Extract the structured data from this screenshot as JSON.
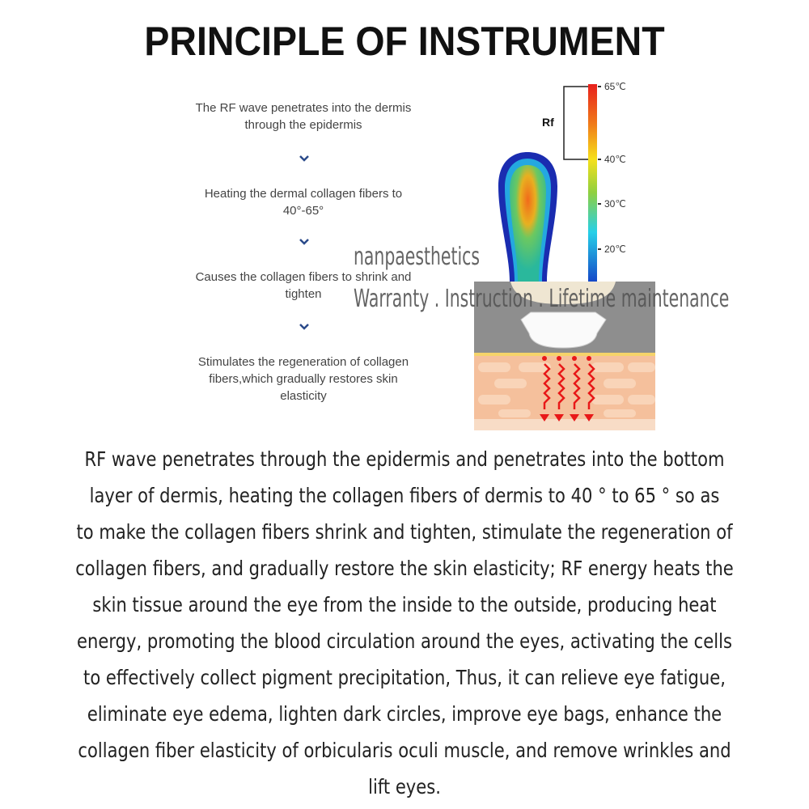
{
  "title": "PRINCIPLE OF INSTRUMENT",
  "steps": [
    {
      "line1": "The RF wave penetrates into the dermis",
      "line2": "through the epidermis"
    },
    {
      "line1": "Heating the dermal collagen fibers to",
      "line2": "40°-65°"
    },
    {
      "line1": "Causes the collagen fibers to shrink and",
      "line2": "tighten"
    },
    {
      "line1": "Stimulates the regeneration of collagen",
      "line2": "fibers,which gradually restores skin",
      "line3": "elasticity"
    }
  ],
  "diagram": {
    "rf_label": "Rf",
    "scale": [
      "65℃",
      "40℃",
      "30℃",
      "20℃"
    ]
  },
  "watermark": {
    "brand": "nanpaesthetics",
    "tagline": "Warranty . Instruction . Lifetime maintenance"
  },
  "paragraph": [
    "RF wave penetrates through the epidermis and penetrates into the bottom",
    "layer of dermis, heating the collagen fibers of dermis to 40 °  to 65 °  so as",
    "to make the collagen fibers shrink and tighten, stimulate the regeneration of",
    "collagen fibers, and gradually restore the skin elasticity; RF energy heats the",
    "skin tissue around the eye from the inside to the outside, producing heat",
    "energy, promoting the blood circulation around the eyes, activating the cells",
    "to effectively collect pigment precipitation, Thus, it can relieve eye fatigue,",
    "eliminate eye edema, lighten dark circles, improve eye bags, enhance the",
    "collagen fiber elasticity of orbicularis oculi muscle, and remove wrinkles and",
    "lift eyes."
  ]
}
